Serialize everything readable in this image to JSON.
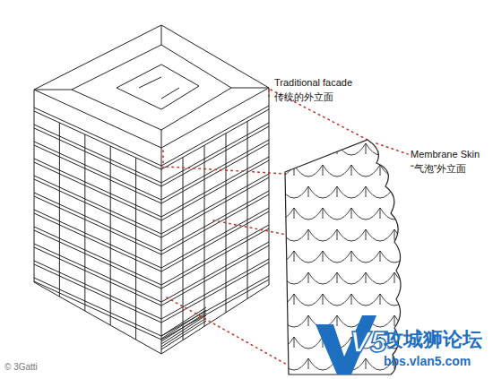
{
  "diagram": {
    "labels": [
      "Traditional facade",
      "传统的外立面",
      "Membrane Skin",
      "“气泡”外立面",
      "© 3Gatti",
      "V5",
      "攻城狮论坛",
      "bbs.vlan5.com"
    ]
  }
}
